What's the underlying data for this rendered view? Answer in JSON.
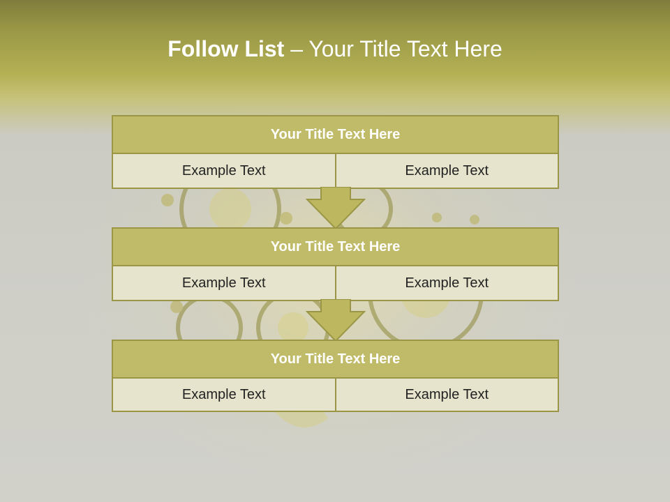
{
  "slide": {
    "title_bold": "Follow List",
    "title_rest": " – Your Title Text Here",
    "colors": {
      "header_top": "#7f7c3d",
      "header_mid": "#b4b155",
      "block_title": "#c0bb69",
      "block_border": "#9a9645",
      "cell_fill": "#e6e4cc",
      "arrow_fill": "#bdb85f"
    }
  },
  "blocks": [
    {
      "title": "Your Title Text Here",
      "left": "Example Text",
      "right": "Example Text"
    },
    {
      "title": "Your Title Text Here",
      "left": "Example Text",
      "right": "Example Text"
    },
    {
      "title": "Your Title Text Here",
      "left": "Example Text",
      "right": "Example Text"
    }
  ]
}
